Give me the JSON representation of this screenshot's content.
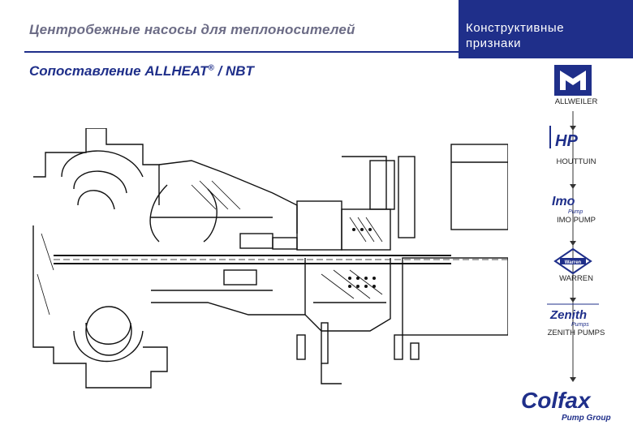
{
  "header": {
    "title": "Центробежные насосы для теплоносителей",
    "subtitle_text": "Сопоставление ALLHEAT",
    "subtitle_reg": "®",
    "subtitle_tail": " / NBT"
  },
  "side_panel": {
    "title_line1": "Конструктивные",
    "title_line2": "признаки"
  },
  "brands": [
    {
      "label": "ALLWEILER"
    },
    {
      "label": "HOUTTUIN"
    },
    {
      "label": "IMO PUMP"
    },
    {
      "label": "WARREN"
    },
    {
      "label": "ZENITH PUMPS"
    }
  ],
  "logo_text": {
    "hp": "HP",
    "imo": "Imo",
    "imo_sub": "Pump",
    "warren": "Warren",
    "zenith": "Zenith",
    "zenith_sub": "Pumps",
    "colfax": "Colfax",
    "colfax_sub": "Pump Group"
  },
  "colors": {
    "brand_blue": "#1f2f8a",
    "header_gray": "#6c6c86"
  },
  "icons": [
    "allweiler-logo",
    "houttuin-logo",
    "imo-pump-logo",
    "warren-logo",
    "zenith-logo",
    "colfax-logo",
    "pump-cross-section-drawing"
  ]
}
